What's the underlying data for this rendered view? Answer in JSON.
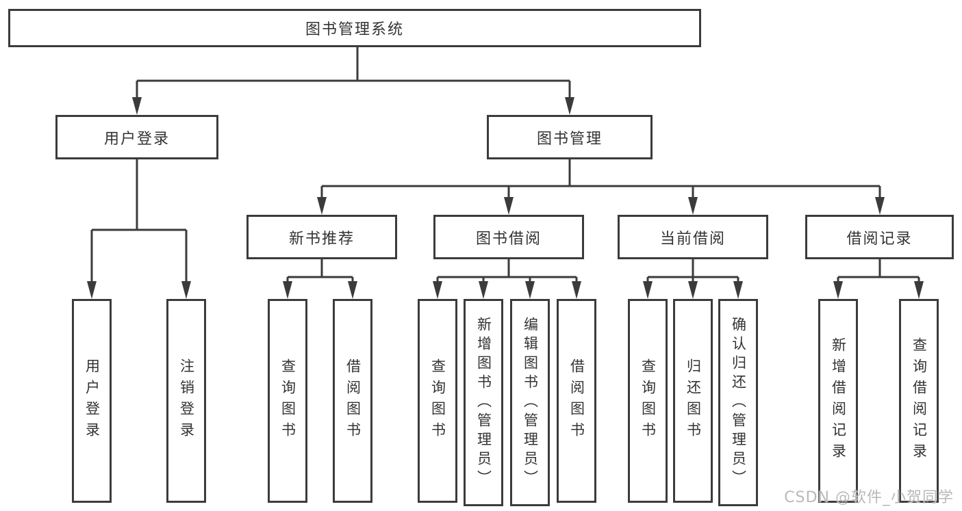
{
  "diagram_title": "图书管理系统",
  "watermark": "CSDN @软件_小贺同学",
  "colors": {
    "background": "#ffffff",
    "box_border": "#3b3b3b",
    "connector_line": "#3b3b3b",
    "text": "#333333",
    "watermark_text": "#b9b9b9"
  },
  "nodes": {
    "root": "图书管理系统",
    "user_login": "用户登录",
    "book_management": "图书管理",
    "new_book_recommend": "新书推荐",
    "book_borrow": "图书借阅",
    "current_borrow": "当前借阅",
    "borrow_record": "借阅记录",
    "leaf_user_login": "用户登录",
    "leaf_logout": "注销登录",
    "leaf_nbr_query_books": "查询图书",
    "leaf_nbr_borrow_books": "借阅图书",
    "leaf_bb_query_books": "查询图书",
    "leaf_bb_add_book_admin": "新增图书（管理员）",
    "leaf_bb_edit_book_admin": "编辑图书（管理员）",
    "leaf_bb_borrow_books": "借阅图书",
    "leaf_cb_query_books": "查询图书",
    "leaf_cb_return_book": "归还图书",
    "leaf_cb_confirm_return_admin": "确认归还（管理员）",
    "leaf_br_add_record": "新增借阅记录",
    "leaf_br_query_record": "查询借阅记录"
  },
  "hierarchy": [
    {
      "parent": "图书管理系统",
      "children": [
        "用户登录",
        "图书管理"
      ]
    },
    {
      "parent": "用户登录",
      "children": [
        "用户登录",
        "注销登录"
      ]
    },
    {
      "parent": "图书管理",
      "children": [
        "新书推荐",
        "图书借阅",
        "当前借阅",
        "借阅记录"
      ]
    },
    {
      "parent": "新书推荐",
      "children": [
        "查询图书",
        "借阅图书"
      ]
    },
    {
      "parent": "图书借阅",
      "children": [
        "查询图书",
        "新增图书（管理员）",
        "编辑图书（管理员）",
        "借阅图书"
      ]
    },
    {
      "parent": "当前借阅",
      "children": [
        "查询图书",
        "归还图书",
        "确认归还（管理员）"
      ]
    },
    {
      "parent": "借阅记录",
      "children": [
        "新增借阅记录",
        "查询借阅记录"
      ]
    }
  ]
}
